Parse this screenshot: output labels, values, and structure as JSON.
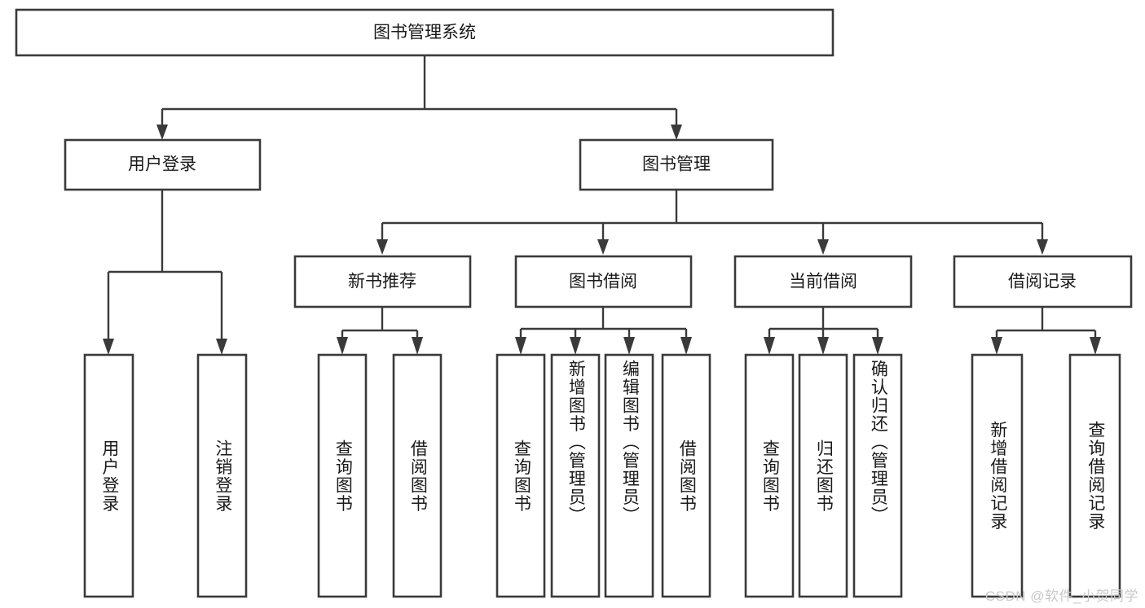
{
  "diagram": {
    "title": "图书管理系统",
    "type": "hierarchy-tree",
    "watermark": "CSDN @软件_小贺同学",
    "colors": {
      "box_stroke": "#3a3a3a",
      "box_fill": "#ffffff",
      "text": "#1a1a1a",
      "background": "#ffffff",
      "watermark": "#c9c9c9"
    },
    "root": {
      "label": "图书管理系统"
    },
    "level2": [
      {
        "label": "用户登录"
      },
      {
        "label": "图书管理"
      }
    ],
    "level3": [
      {
        "label": "新书推荐"
      },
      {
        "label": "图书借阅"
      },
      {
        "label": "当前借阅"
      },
      {
        "label": "借阅记录"
      }
    ],
    "leaves": {
      "user_login": [
        {
          "label": "用户登录"
        },
        {
          "label": "注销登录"
        }
      ],
      "new_book_recommend": [
        {
          "label": "查询图书"
        },
        {
          "label": "借阅图书"
        }
      ],
      "book_borrow": [
        {
          "label": "查询图书"
        },
        {
          "label": "新增图书（管理员）"
        },
        {
          "label": "编辑图书（管理员）"
        },
        {
          "label": "借阅图书"
        }
      ],
      "current_borrow": [
        {
          "label": "查询图书"
        },
        {
          "label": "归还图书"
        },
        {
          "label": "确认归还（管理员）"
        }
      ],
      "borrow_record": [
        {
          "label": "新增借阅记录"
        },
        {
          "label": "查询借阅记录"
        }
      ]
    }
  }
}
